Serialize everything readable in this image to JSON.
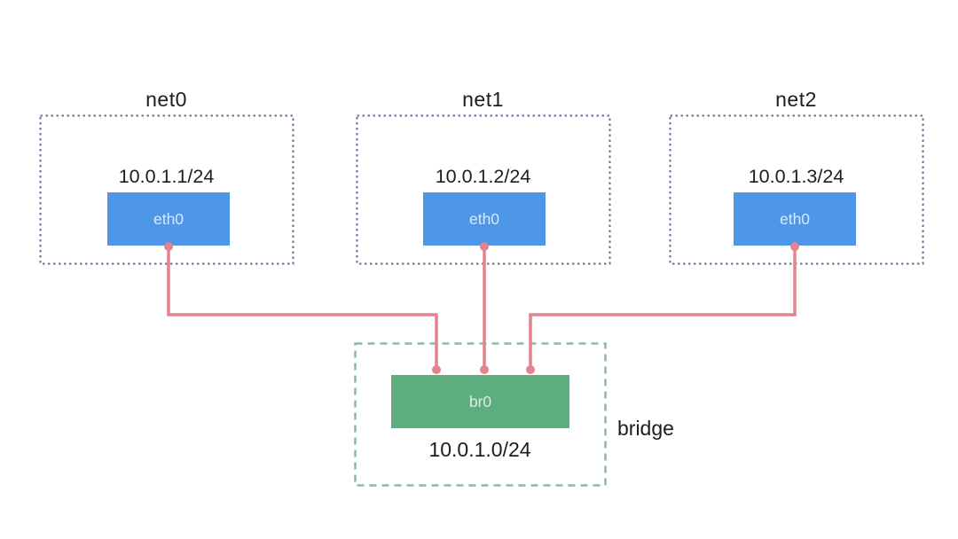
{
  "namespaces": [
    {
      "name": "net0",
      "ip": "10.0.1.1/24",
      "interface": "eth0"
    },
    {
      "name": "net1",
      "ip": "10.0.1.2/24",
      "interface": "eth0"
    },
    {
      "name": "net2",
      "ip": "10.0.1.3/24",
      "interface": "eth0"
    }
  ],
  "bridge": {
    "caption": "bridge",
    "interface": "br0",
    "network": "10.0.1.0/24"
  },
  "colors": {
    "background": "#ffffff",
    "namespace_border": "#5f7096",
    "bridge_border": "#8abb9e",
    "interface_fill": "#4d96e8",
    "interface_text": "#d8e9fb",
    "bridge_fill": "#5ead7e",
    "bridge_text": "#ddeee3",
    "link": "#e2838d",
    "label_text": "#1d1d1f"
  }
}
